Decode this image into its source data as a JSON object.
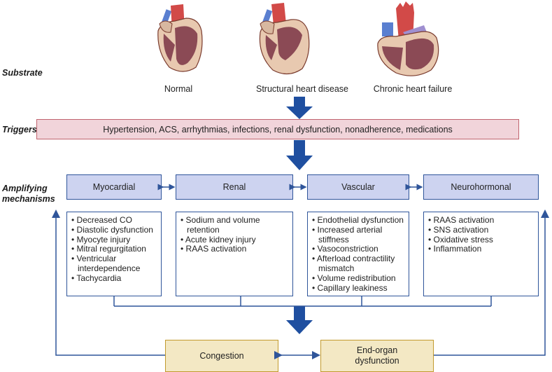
{
  "substrate": {
    "label": "Substrate",
    "hearts": [
      {
        "name": "Normal",
        "icon": "normal-heart-icon"
      },
      {
        "name": "Structural heart disease",
        "icon": "structural-heart-disease-icon"
      },
      {
        "name": "Chronic heart failure",
        "icon": "chronic-heart-failure-icon"
      }
    ]
  },
  "triggers": {
    "label": "Triggers",
    "text": "Hypertension, ACS, arrhythmias, infections, renal dysfunction, nonadherence, medications"
  },
  "amplifying": {
    "label_line1": "Amplifying",
    "label_line2": "mechanisms",
    "mechanisms": [
      {
        "title": "Myocardial",
        "items": [
          "Decreased CO",
          "Diastolic dysfunction",
          "Myocyte injury",
          "Mitral regurgitation",
          "Ventricular interdependence",
          "Tachycardia"
        ]
      },
      {
        "title": "Renal",
        "items": [
          "Sodium and volume retention",
          "Acute kidney injury",
          "RAAS activation"
        ]
      },
      {
        "title": "Vascular",
        "items": [
          "Endothelial dysfunction",
          "Increased arterial stiffness",
          "Vasoconstriction",
          "Afterload contractility mismatch",
          "Volume redistribution",
          "Capillary leakiness"
        ]
      },
      {
        "title": "Neurohormonal",
        "items": [
          "RAAS activation",
          "SNS activation",
          "Oxidative stress",
          "Inflammation"
        ]
      }
    ]
  },
  "outcomes": {
    "congestion": "Congestion",
    "end_organ_line1": "End-organ",
    "end_organ_line2": "dysfunction"
  },
  "colors": {
    "arrow_blue": "#1f4fa0",
    "line_blue": "#2f559a",
    "trigger_fill": "#f1d4da",
    "trigger_border": "#c0646f",
    "mechanism_fill": "#cdd3f0",
    "outcome_fill": "#f3e8c4",
    "outcome_border": "#c29a2e"
  }
}
